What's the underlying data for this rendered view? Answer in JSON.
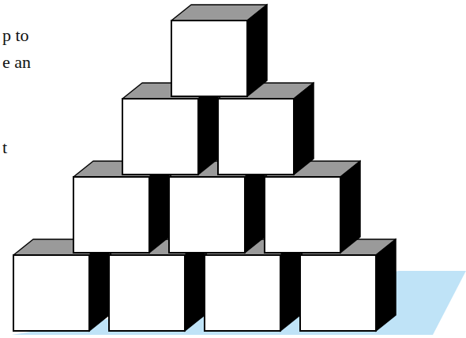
{
  "diagram": {
    "labels": [
      "p to",
      "e an",
      "t"
    ]
  }
}
